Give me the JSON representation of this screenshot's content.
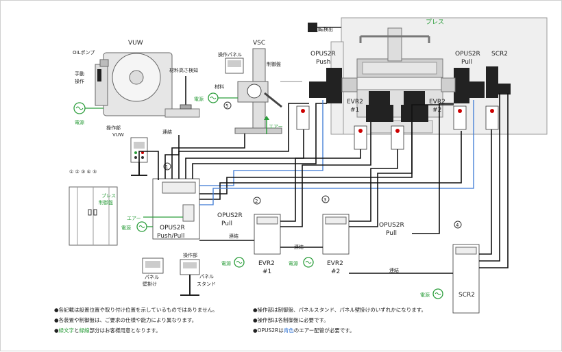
{
  "labels": {
    "press": "プレス",
    "rotation_detector": "回転検出",
    "opus2r_push_1": "OPUS2R",
    "opus2r_push_2": "Push",
    "opus2r_pull_1": "OPUS2R",
    "opus2r_pull_2": "Pull",
    "scr2": "SCR2",
    "evr2": "EVR2",
    "num1": "#1",
    "num2": "#2",
    "vuw": "VUW",
    "oil_pump": "OILポンプ",
    "manual_1": "手動",
    "manual_2": "操作",
    "material_height": "材料高さ検知",
    "power": "電源",
    "op_unit": "操作部",
    "op_unit_short": "操作部",
    "vsc": "VSC",
    "control_panel": "制御盤",
    "material": "材料",
    "op_panel": "操作パネル",
    "air": "エアー",
    "markers": "① ② ③ ④ ⑤",
    "press_cp_1": "プレス",
    "press_cp_2": "制御盤",
    "opus2r": "OPUS2R",
    "push_pull": "Push/Pull",
    "pull": "Pull",
    "panel": "パネル",
    "wall_mount": "壁掛け",
    "stand": "スタンド",
    "link": "連結",
    "m1": "1",
    "m2": "2",
    "m3": "3",
    "m4": "4",
    "m5": "5"
  },
  "notes": {
    "n1": "●各記載は設置位置や取り付け位置を示しているものではありません。",
    "n2": "●各装置や制御盤は、ご要求の仕様や能力により異なります。",
    "n3a": "●",
    "n3b": "緑文字",
    "n3c": "と",
    "n3d": "緑線",
    "n3e": "部分はお客様用意となります。",
    "n4": "●操作部は制御盤、パネルスタンド、パネル壁掛けのいずれかになります。",
    "n5": "●操作部は各制御盤に必要です。",
    "n6a": "●OPUS2Rは",
    "n6b": "青色",
    "n6c": "のエアー配管が必要です。"
  },
  "colors": {
    "customer_supplied": "#2a9d3a",
    "air_piping": "#3a78d4",
    "wiring": "#111111"
  }
}
